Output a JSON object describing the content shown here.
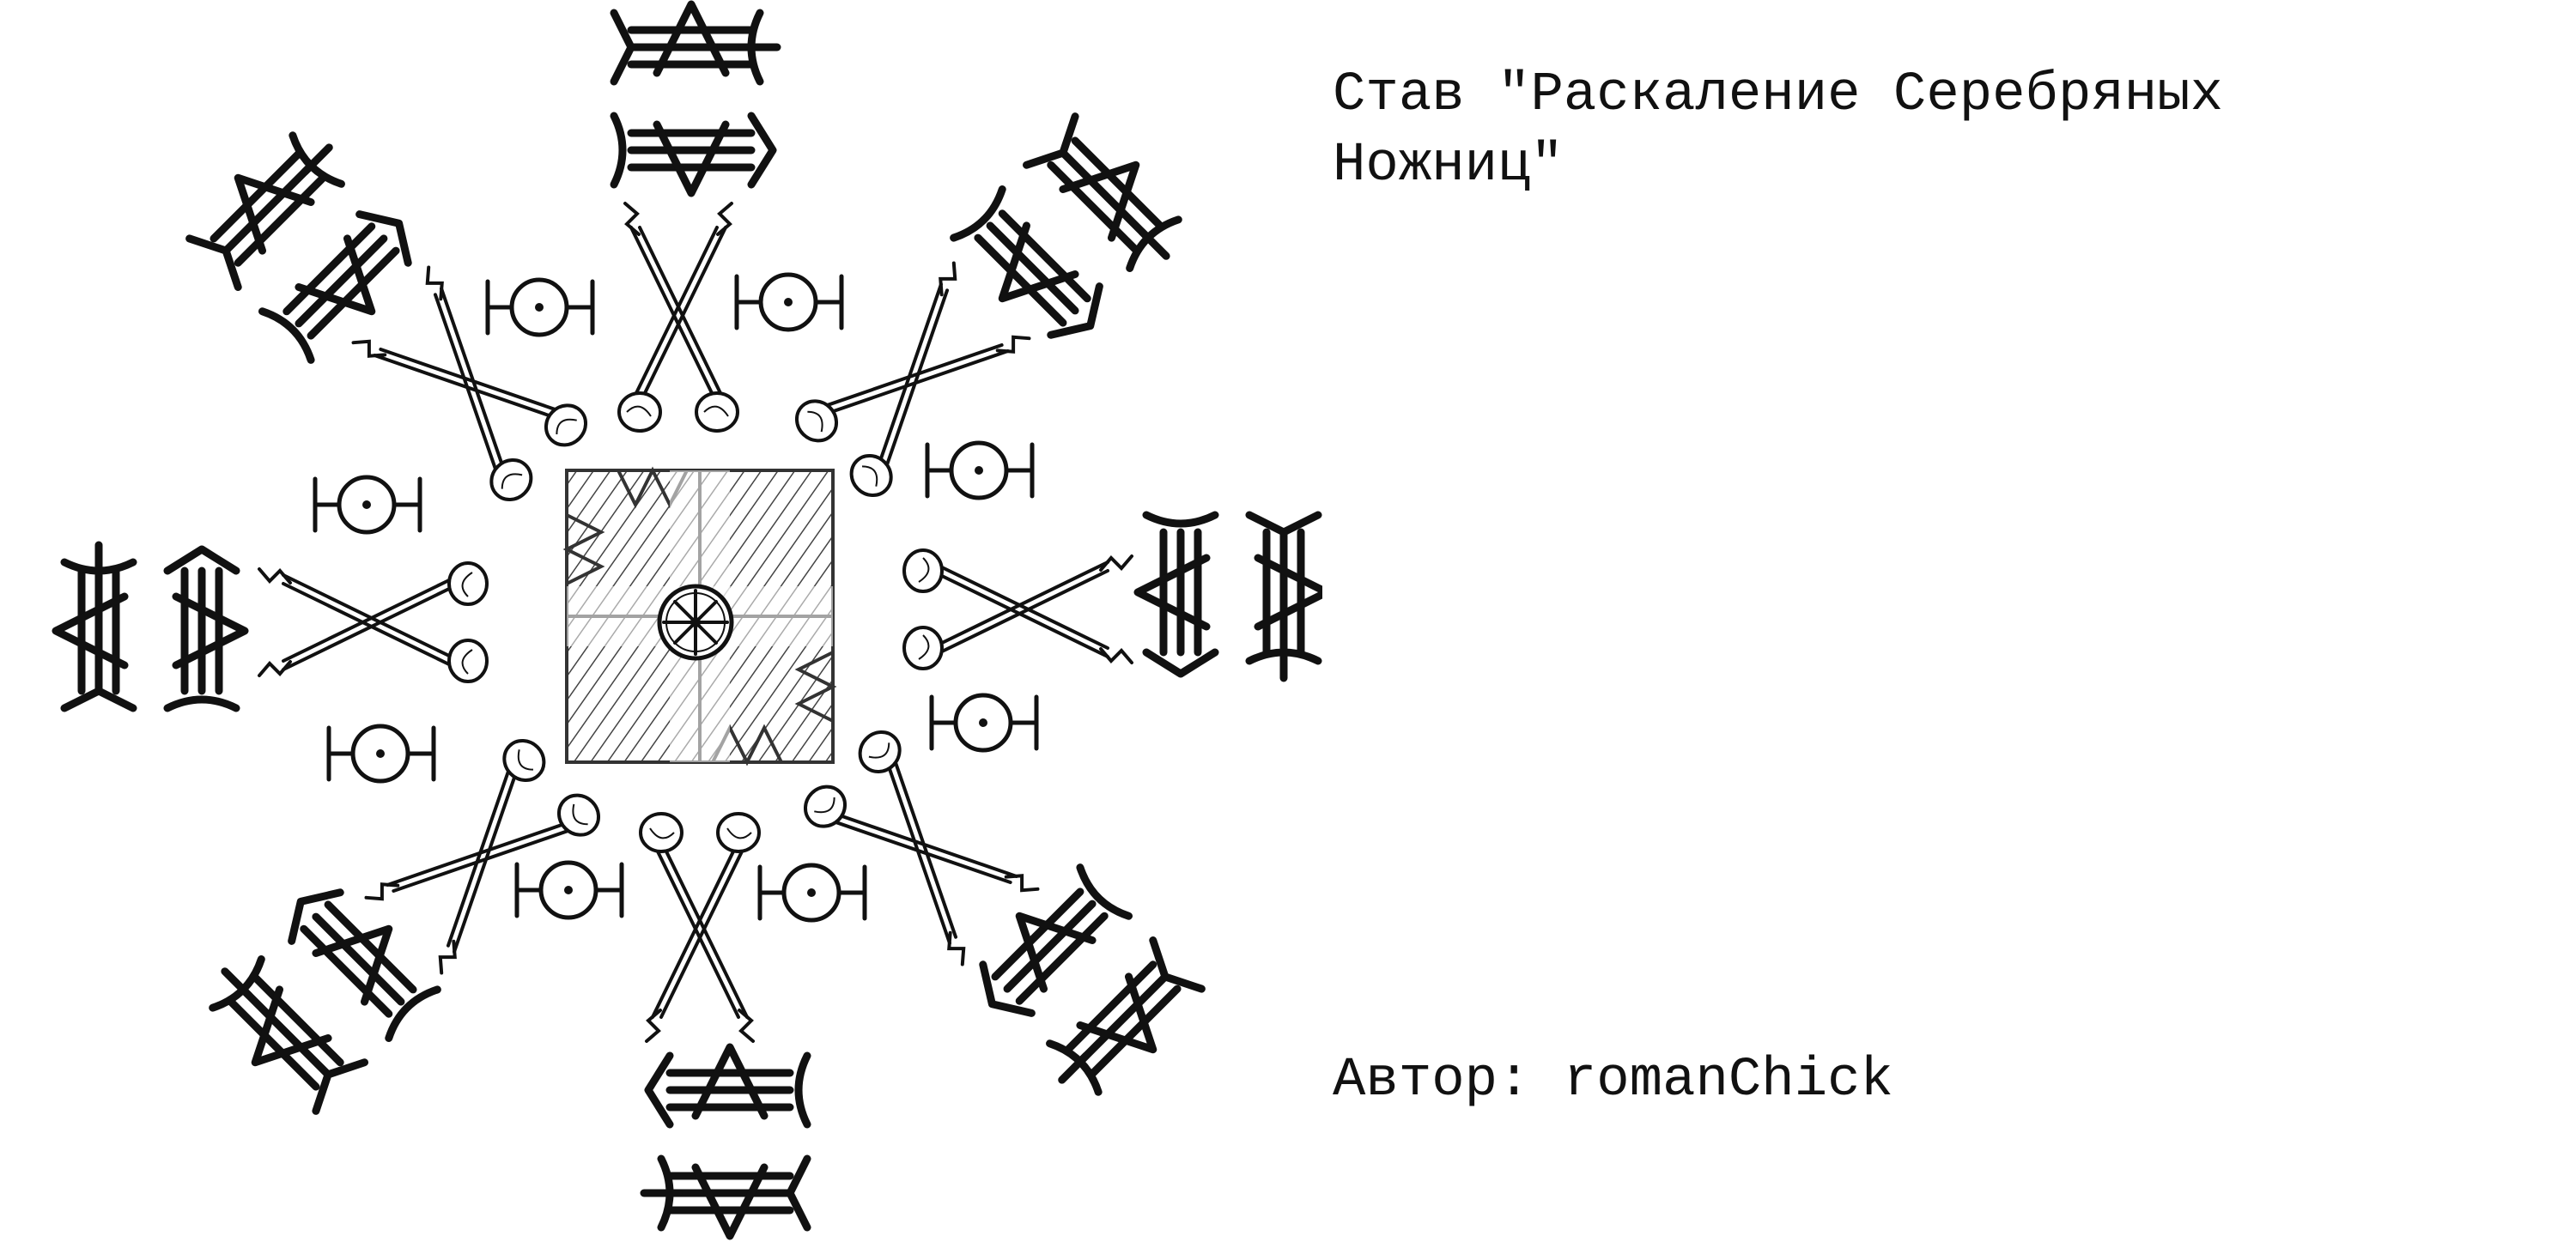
{
  "title": {
    "line1": "Став \"Раскаление Серебряных",
    "line2": "Ножниц\""
  },
  "author": {
    "label": "Автор:",
    "name": "romanChick"
  },
  "colors": {
    "ink": "#111111",
    "background": "#ffffff"
  },
  "figure": {
    "center_glyph": "wheel-sigil",
    "arm_count": 8,
    "ring_count": 8,
    "crossed_pair_count": 8
  }
}
